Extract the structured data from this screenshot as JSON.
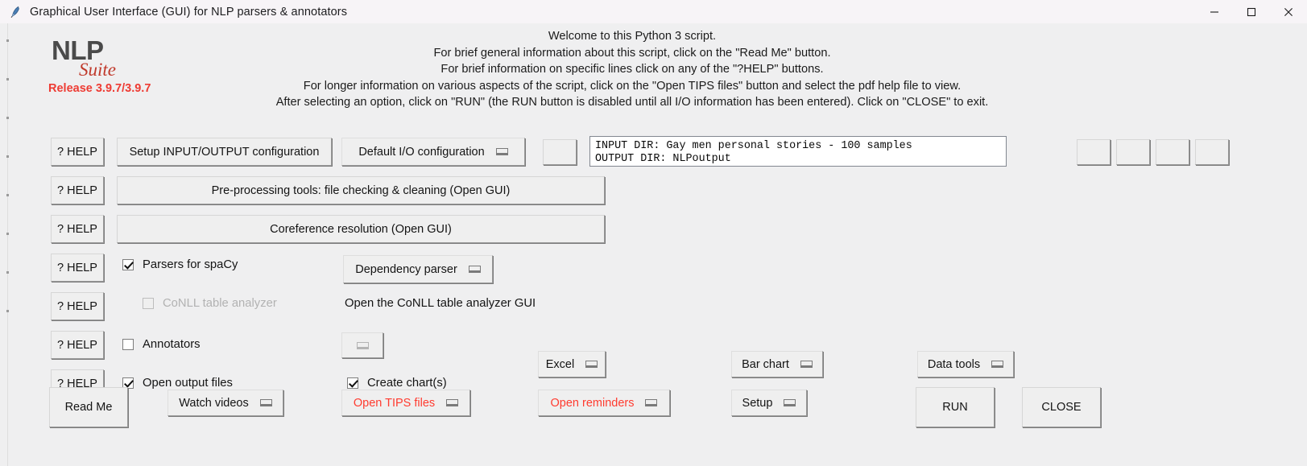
{
  "window": {
    "title": "Graphical User Interface (GUI) for NLP parsers & annotators",
    "icon": "python-feather-icon",
    "minimize_label": "—",
    "maximize_label": "□",
    "close_label": "✕"
  },
  "logo": {
    "name": "NLP",
    "suite": "Suite",
    "release": "Release 3.9.7/3.9.7",
    "name_color": "#4a4a4a",
    "suite_color": "#c0392b",
    "release_color": "#ee3b33"
  },
  "welcome": {
    "lines": [
      "Welcome to this Python 3 script.",
      "For brief general information about this script, click on the \"Read Me\" button.",
      "For brief information on specific lines click on any of the \"?HELP\" buttons.",
      "For longer information on various aspects of the script, click on the \"Open TIPS files\" button and select the pdf help file to view.",
      "After selecting an option, click on \"RUN\" (the RUN button is disabled until all I/O information has been entered).   Click on \"CLOSE\" to exit."
    ]
  },
  "help_buttons": {
    "label": "? HELP",
    "count": 7
  },
  "rows": {
    "io": {
      "setup_button": "Setup INPUT/OUTPUT configuration",
      "config_dropdown": "Default I/O configuration",
      "extra_button": "",
      "io_text": "INPUT DIR: Gay men personal stories - 100 samples\nOUTPUT DIR: NLPoutput",
      "right_buttons": [
        "",
        "",
        "",
        ""
      ]
    },
    "preprocessing": {
      "button": "Pre-processing tools: file checking & cleaning (Open GUI)"
    },
    "coreference": {
      "button": "Coreference resolution (Open GUI)"
    },
    "parsers": {
      "checkbox_label": "Parsers for spaCy",
      "checked": true,
      "dropdown": "Dependency parser"
    },
    "conll": {
      "checkbox_label": "CoNLL table analyzer",
      "checked": false,
      "disabled": true,
      "note": "Open the CoNLL table analyzer GUI"
    },
    "annotators": {
      "checkbox_label": "Annotators",
      "checked": false,
      "dropdown": ""
    },
    "output": {
      "open_output_label": "Open output files",
      "open_output_checked": true,
      "create_charts_label": "Create chart(s)",
      "create_charts_checked": true,
      "excel_dropdown": "Excel",
      "chart_dropdown": "Bar chart",
      "data_tools_dropdown": "Data tools"
    }
  },
  "bottom": {
    "read_me": "Read Me",
    "watch_videos": "Watch videos",
    "open_tips": "Open TIPS files",
    "open_reminders": "Open reminders",
    "setup": "Setup",
    "run": "RUN",
    "close": "CLOSE",
    "red_color": "#ff3b2f"
  }
}
